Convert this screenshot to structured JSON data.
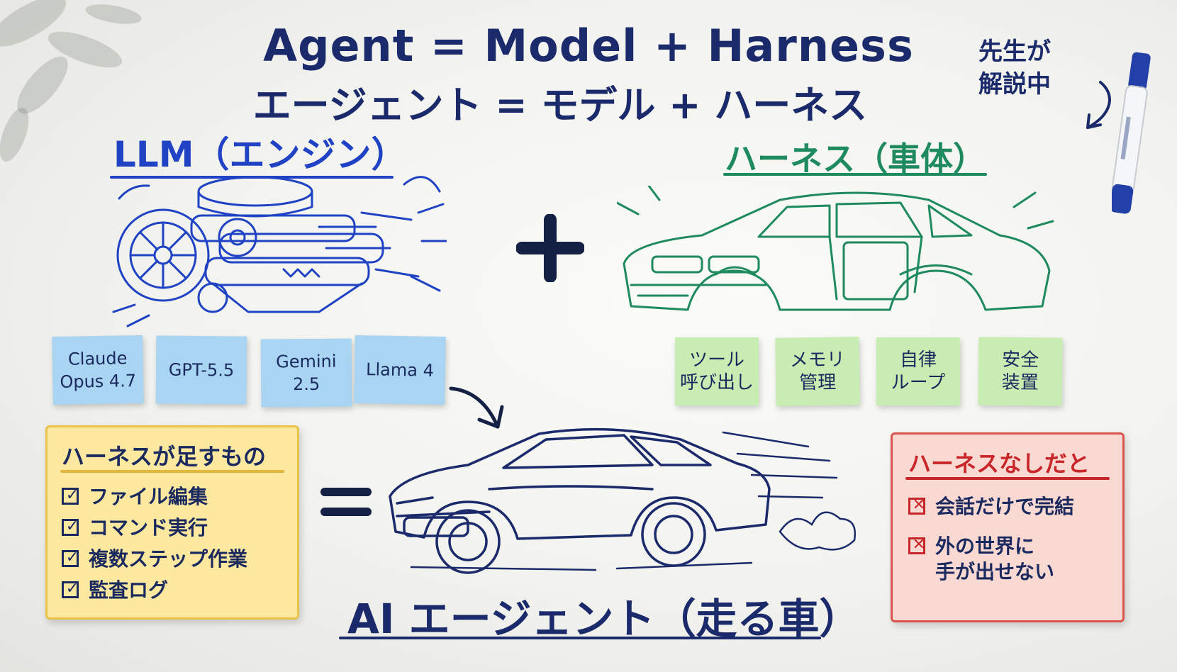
{
  "title_en": "Agent = Model + Harness",
  "title_jp": "エージェント = モデル + ハーネス",
  "teacher_note": "先生が\n解説中",
  "llm": {
    "heading": "LLM（エンジン）",
    "models": [
      "Claude\nOpus 4.7",
      "GPT-5.5",
      "Gemini\n2.5",
      "Llama 4"
    ]
  },
  "harness": {
    "heading": "ハーネス（車体）",
    "parts": [
      "ツール\n呼び出し",
      "メモリ\n管理",
      "自律\nループ",
      "安全\n装置"
    ]
  },
  "adds_panel": {
    "title": "ハーネスが足すもの",
    "items": [
      "ファイル編集",
      "コマンド実行",
      "複数ステップ作業",
      "監査ログ"
    ],
    "check": "✓"
  },
  "without_panel": {
    "title": "ハーネスなしだと",
    "items": [
      "会話だけで完結",
      "外の世界に\n手が出せない"
    ],
    "cross": "✕"
  },
  "result_title": "AI エージェント（走る車）",
  "colors": {
    "navy": "#1b2a6b",
    "blue": "#1f43c4",
    "green": "#1e8a5e",
    "red": "#c9262a",
    "sticky_blue": "#a9d4f2",
    "sticky_green": "#c8edb2",
    "sticky_yellow": "#fde8a0",
    "sticky_pink": "#fbd9d3"
  },
  "icons": [
    "engine-drawing",
    "car-body-drawing",
    "sports-car-drawing",
    "marker-pen",
    "curved-arrow"
  ]
}
